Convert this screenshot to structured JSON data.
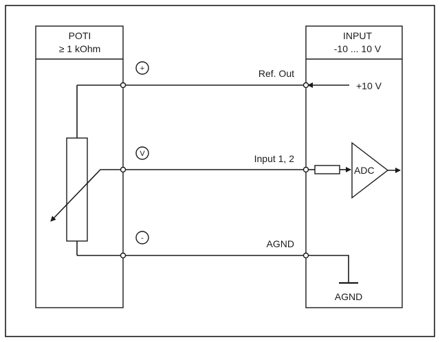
{
  "poti": {
    "title": "POTI",
    "subtitle": "≥ 1 kOhm"
  },
  "input_block": {
    "title": "INPUT",
    "subtitle": "-10 ... 10 V"
  },
  "terminals": {
    "plus_symbol": "+",
    "wiper_symbol": "V",
    "minus_symbol": "-"
  },
  "labels": {
    "ref_out": "Ref. Out",
    "plus10v": "+10 V",
    "input12": "Input 1, 2",
    "agnd_line": "AGND",
    "agnd_ground": "AGND",
    "adc": "ADC"
  }
}
